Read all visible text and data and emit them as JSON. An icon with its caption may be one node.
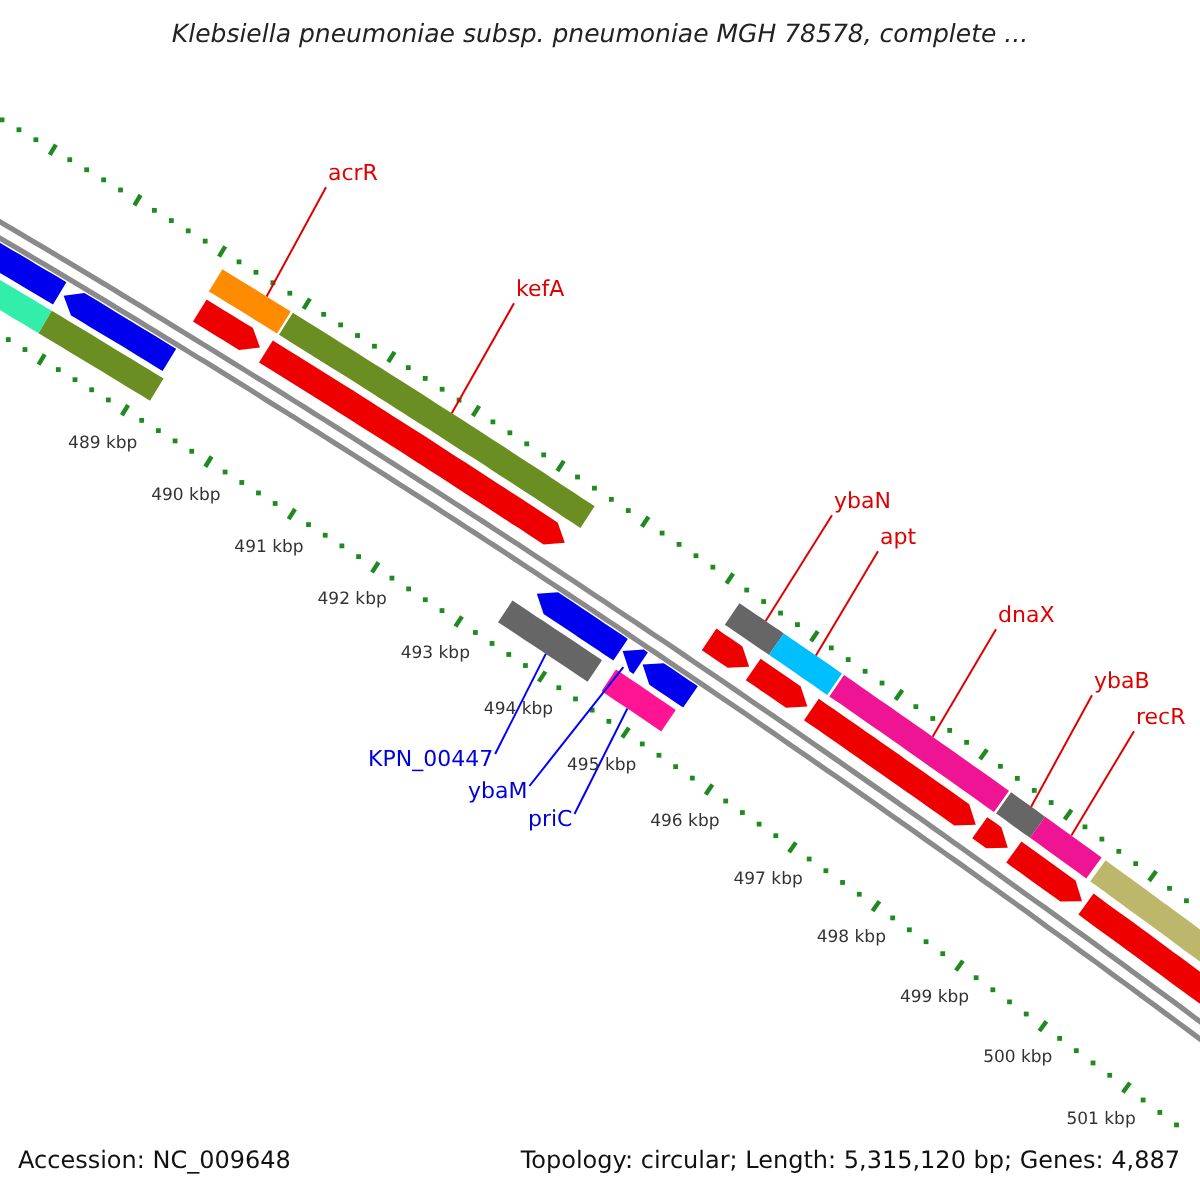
{
  "diagram": {
    "title": "Klebsiella pneumoniae subsp. pneumoniae MGH 78578, complete ...",
    "nodes": [
      {
        "text": [
          "acrR"
        ]
      },
      {
        "text": [
          "kefA"
        ]
      },
      {
        "text": [
          "ybaN"
        ]
      },
      {
        "text": [
          "apt"
        ]
      },
      {
        "text": [
          "dnaX"
        ]
      },
      {
        "text": [
          "ybaB"
        ]
      },
      {
        "text": [
          "recR"
        ]
      },
      {
        "text": [
          "KPN_00447"
        ]
      },
      {
        "text": [
          "ybaM"
        ]
      },
      {
        "text": [
          "priC"
        ]
      },
      {
        "text": [],
        "shape": "pentagon"
      },
      {
        "text": [],
        "shape": "pentagon"
      },
      {
        "text": [],
        "shape": "bar"
      },
      {
        "text": [],
        "shape": "bar"
      },
      {
        "text": [],
        "shape": "pentagon"
      },
      {
        "text": [],
        "shape": "bar"
      },
      {
        "text": [],
        "shape": "pentagon"
      },
      {
        "text": [],
        "shape": "bar"
      },
      {
        "text": [],
        "shape": "pentagon"
      },
      {
        "text": [],
        "shape": "pentagon"
      },
      {
        "text": [],
        "shape": "pentagon"
      },
      {
        "text": [],
        "shape": "bar"
      },
      {
        "text": [],
        "shape": "bar"
      },
      {
        "text": [],
        "shape": "pentagon"
      },
      {
        "text": [],
        "shape": "bar"
      },
      {
        "text": [],
        "shape": "pentagon"
      },
      {
        "text": [],
        "shape": "bar"
      },
      {
        "text": [],
        "shape": "pentagon"
      },
      {
        "text": [],
        "shape": "bar"
      },
      {
        "text": [],
        "shape": "pentagon"
      },
      {
        "text": [],
        "shape": "bar"
      },
      {
        "text": [],
        "shape": "pentagon"
      },
      {
        "text": [],
        "shape": "bar"
      },
      {
        "text": [],
        "shape": "pentagon"
      },
      {
        "text": [],
        "shape": "bar"
      }
    ],
    "edges": [
      {
        "from": 0,
        "to": 15,
        "arrow": "none"
      },
      {
        "from": 1,
        "to": 17,
        "arrow": "none"
      },
      {
        "from": 2,
        "to": 24,
        "arrow": "none"
      },
      {
        "from": 3,
        "to": 26,
        "arrow": "none"
      },
      {
        "from": 4,
        "to": 28,
        "arrow": "none"
      },
      {
        "from": 5,
        "to": 30,
        "arrow": "none"
      },
      {
        "from": 6,
        "to": 32,
        "arrow": "none"
      },
      {
        "from": 7,
        "to": 21,
        "arrow": "none",
        "color": "#0000ff"
      },
      {
        "from": 8,
        "to": 19,
        "arrow": "none",
        "color": "#0000ff"
      },
      {
        "from": 9,
        "to": 22,
        "arrow": "none",
        "color": "#0000ff"
      }
    ],
    "labels": [
      "489 kbp",
      "490 kbp",
      "491 kbp",
      "492 kbp",
      "493 kbp",
      "494 kbp",
      "495 kbp",
      "496 kbp",
      "497 kbp",
      "498 kbp",
      "499 kbp",
      "500 kbp",
      "501 kbp",
      "Accession: NC_009648",
      "Topology: circular; Length: 5,315,120 bp; Genes: 4,887"
    ]
  }
}
